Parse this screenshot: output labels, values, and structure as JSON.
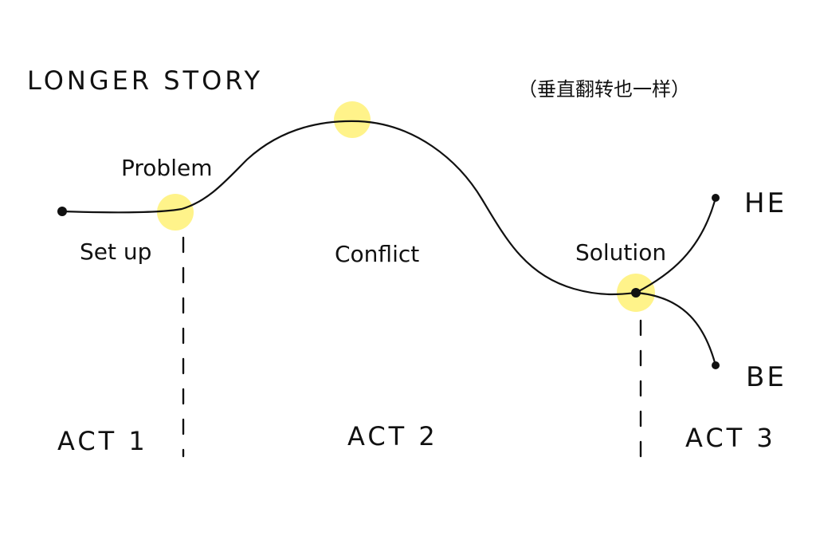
{
  "diagram": {
    "title": "LONGER STORY",
    "note": "（垂直翻转也一样）",
    "points": {
      "problem": "Problem",
      "setup": "Set up",
      "conflict": "Conflict",
      "solution": "Solution"
    },
    "endings": {
      "happy": "HE",
      "bad": "BE"
    },
    "acts": [
      "ACT 1",
      "ACT 2",
      "ACT 3"
    ],
    "colors": {
      "highlight": "#fff176",
      "ink": "#111111"
    }
  }
}
